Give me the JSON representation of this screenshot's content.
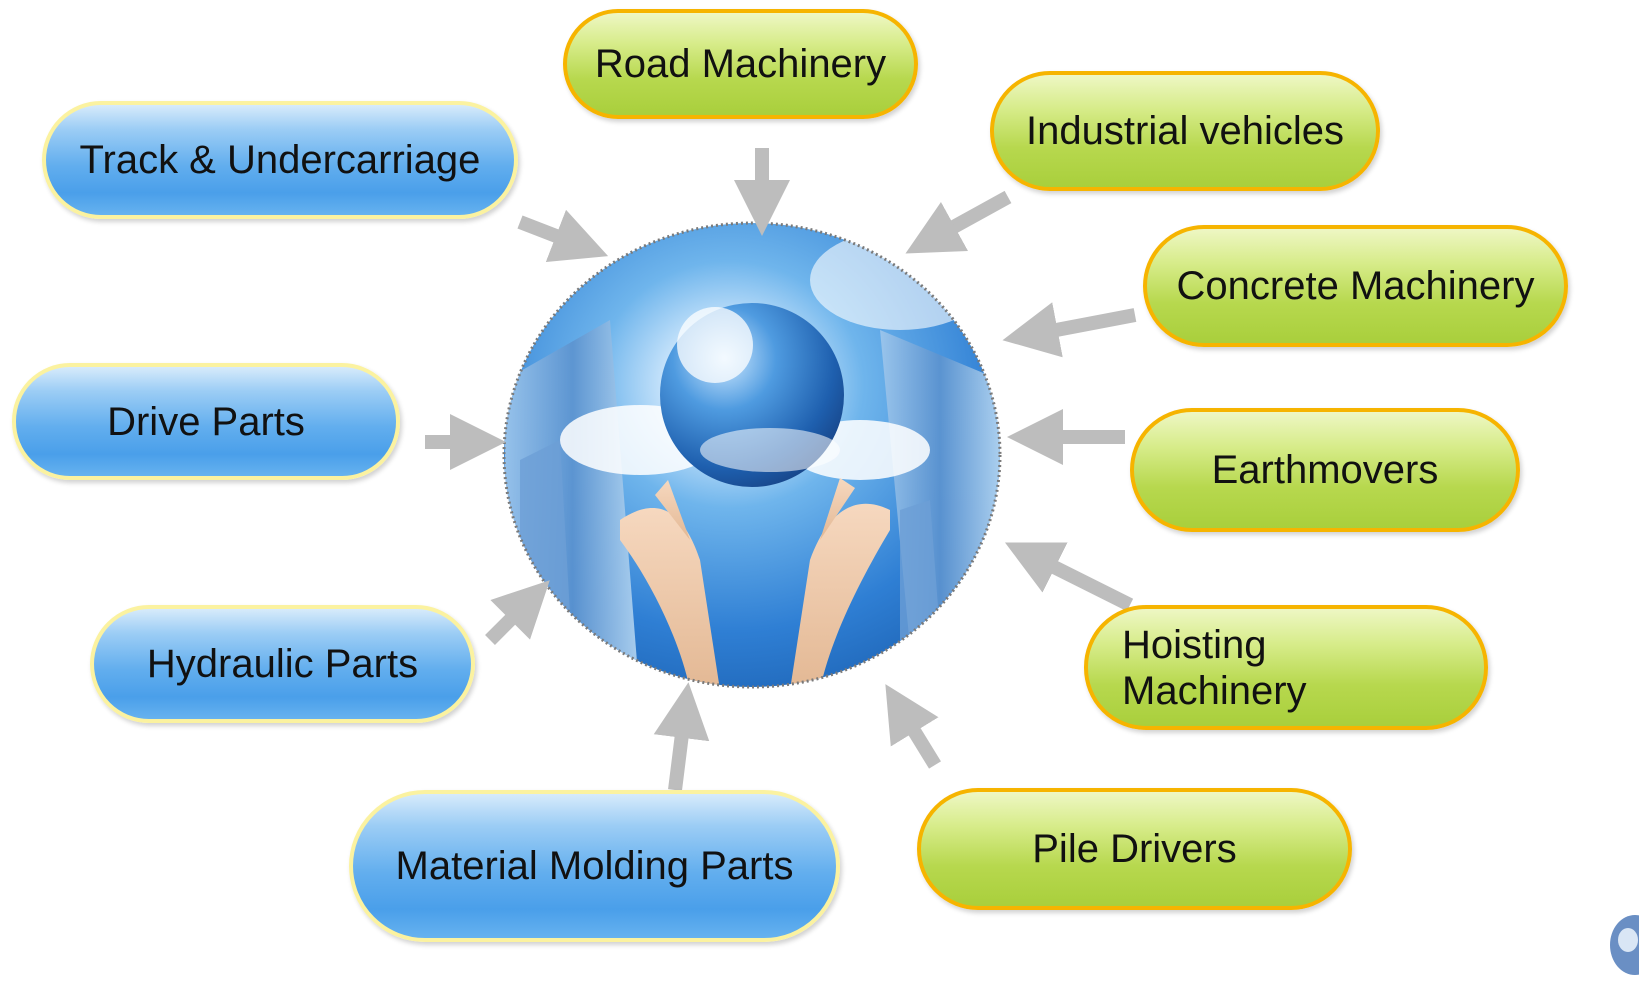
{
  "nodes": [
    {
      "id": "road-machinery",
      "label": "Road Machinery"
    },
    {
      "id": "industrial-vehicles",
      "label": "Industrial vehicles"
    },
    {
      "id": "concrete-machinery",
      "label": "Concrete Machinery"
    },
    {
      "id": "earthmovers",
      "label": "Earthmovers"
    },
    {
      "id": "hoisting-machinery",
      "label": "Hoisting\nMachinery"
    },
    {
      "id": "pile-drivers",
      "label": "Pile Drivers"
    },
    {
      "id": "material-molding-parts",
      "label": "Material Molding Parts"
    },
    {
      "id": "hydraulic-parts",
      "label": "Hydraulic Parts"
    },
    {
      "id": "drive-parts",
      "label": "Drive Parts"
    },
    {
      "id": "track-undercarriage",
      "label": "Track & Undercarriage"
    }
  ],
  "center_image": "hands-holding-globe-among-skyscrapers",
  "colors": {
    "blue_fill": "#62aeee",
    "blue_border": "#fbf2a0",
    "green_fill": "#b7d84e",
    "green_border": "#f6b400",
    "arrow": "#bdbdbd"
  }
}
